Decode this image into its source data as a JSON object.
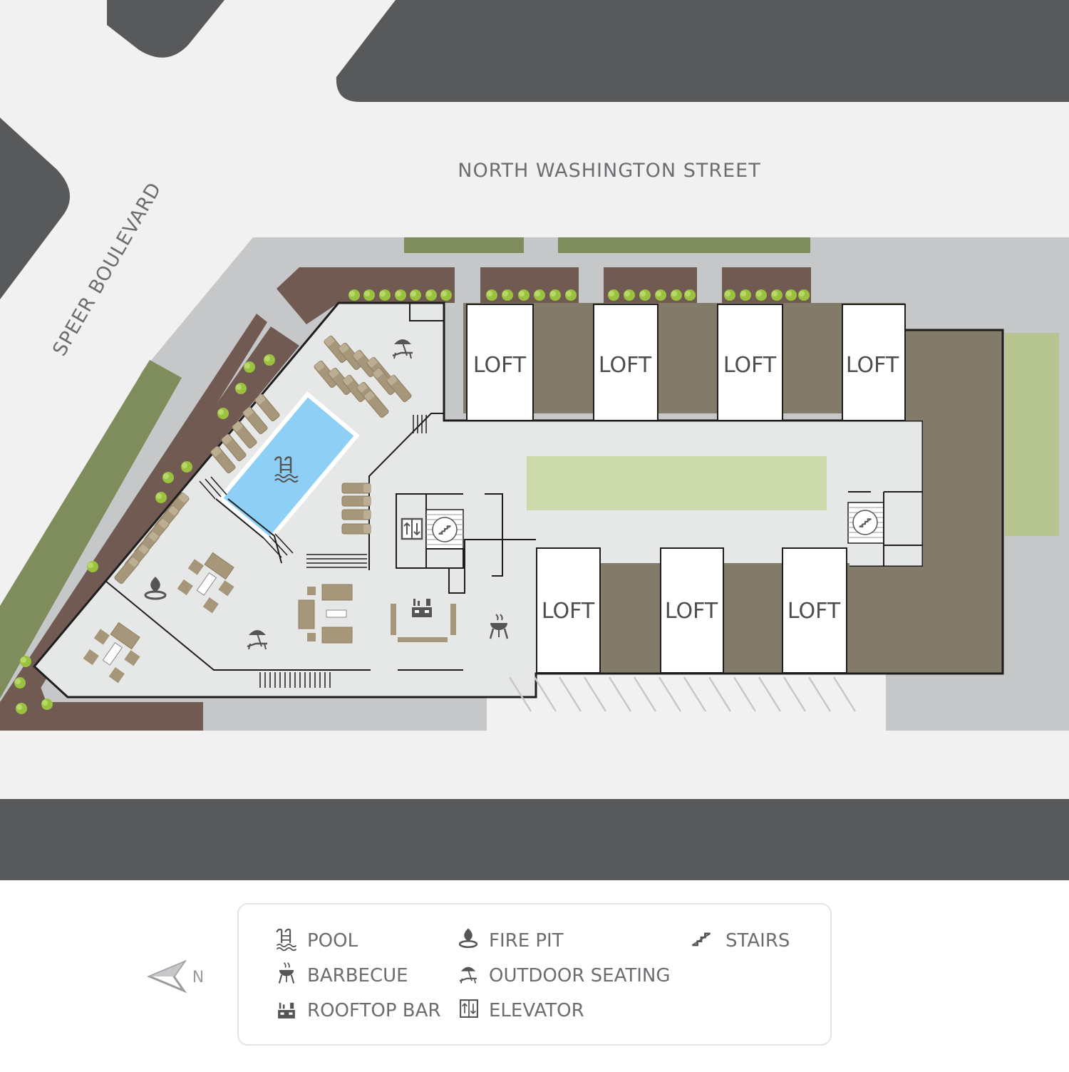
{
  "map": {
    "streets": {
      "north": "NORTH WASHINGTON STREET",
      "west": "SPEER BOULEVARD"
    },
    "units": [
      {
        "label": "LOFT"
      },
      {
        "label": "LOFT"
      },
      {
        "label": "LOFT"
      },
      {
        "label": "LOFT"
      },
      {
        "label": "LOFT"
      },
      {
        "label": "LOFT"
      },
      {
        "label": "LOFT"
      }
    ],
    "colors": {
      "road": "#58595b",
      "sidewalk": "#f1f1f1",
      "parking": "#c6c7c8",
      "building_floor": "#e6e7e7",
      "planter": "#705a52",
      "lawn": "#7f8c5c",
      "lawn_light": "#b6c48f",
      "courtyard_lawn": "#ccd9aa",
      "roof": "#827b69",
      "pool": "#8ed0f5",
      "furniture": "#a7977a",
      "icon": "#555555"
    }
  },
  "legend": {
    "items": [
      {
        "icon": "pool-icon",
        "label": "POOL"
      },
      {
        "icon": "barbecue-icon",
        "label": "BARBECUE"
      },
      {
        "icon": "rooftop-bar-icon",
        "label": "ROOFTOP BAR"
      },
      {
        "icon": "fire-pit-icon",
        "label": "FIRE PIT"
      },
      {
        "icon": "outdoor-seating-icon",
        "label": "OUTDOOR SEATING"
      },
      {
        "icon": "elevator-icon",
        "label": "ELEVATOR"
      },
      {
        "icon": "stairs-icon",
        "label": "STAIRS"
      }
    ],
    "compass": "N"
  }
}
